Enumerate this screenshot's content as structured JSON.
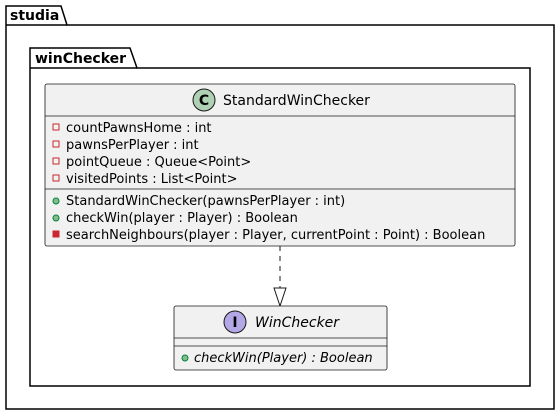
{
  "packages": {
    "outer": {
      "name": "studia"
    },
    "inner": {
      "name": "winChecker"
    }
  },
  "classes": {
    "standard": {
      "stereotype_letter": "C",
      "stereotype_color": "#ADD1B2",
      "name": "StandardWinChecker",
      "attributes": [
        {
          "visibility": "private",
          "text": "countPawnsHome : int"
        },
        {
          "visibility": "private",
          "text": "pawnsPerPlayer : int"
        },
        {
          "visibility": "private",
          "text": "pointQueue : Queue<Point>"
        },
        {
          "visibility": "private",
          "text": "visitedPoints : List<Point>"
        }
      ],
      "methods": [
        {
          "visibility": "public",
          "text": "StandardWinChecker(pawnsPerPlayer : int)"
        },
        {
          "visibility": "public",
          "text": "checkWin(player : Player) : Boolean"
        },
        {
          "visibility": "private",
          "text": "searchNeighbours(player : Player, currentPoint : Point) : Boolean"
        }
      ]
    },
    "interface": {
      "stereotype_letter": "I",
      "stereotype_color": "#B4A7E5",
      "name": "WinChecker",
      "methods": [
        {
          "visibility": "public",
          "text": "checkWin(Player) : Boolean"
        }
      ]
    }
  },
  "relation": {
    "type": "realization",
    "from": "StandardWinChecker",
    "to": "WinChecker"
  },
  "colors": {
    "box_fill": "#F1F1F1",
    "box_border": "#181818",
    "public_marker": "#84BE84",
    "public_marker_border": "#038048",
    "private_marker": "#C82930",
    "private_marker_fill_hollow": "#ffffff"
  }
}
